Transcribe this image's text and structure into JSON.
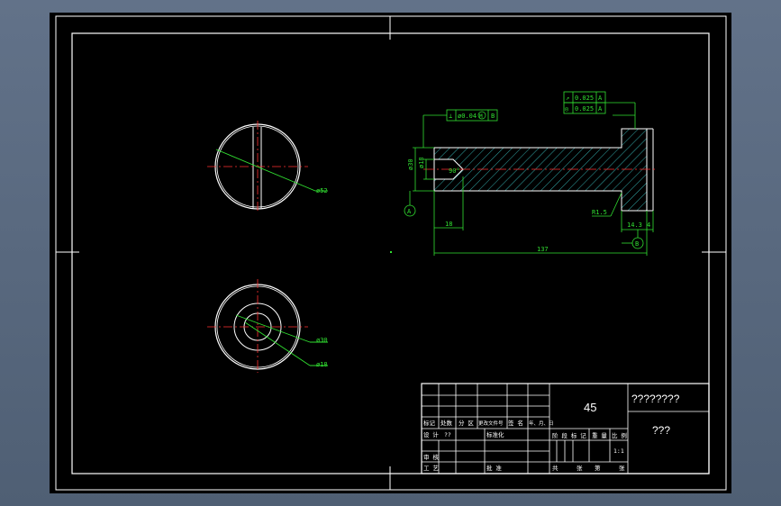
{
  "drawing": {
    "dims": {
      "d52": "ø52",
      "d30_top": "ø30",
      "d18_top": "ø18",
      "d30": "ø30",
      "d18": "ø18",
      "len18": "18",
      "len137": "137",
      "len14_3": "14.3",
      "len4": "4",
      "r1_5": "R1.5",
      "angle90": "90°"
    },
    "gdt": {
      "perp_symbol": "⊥",
      "perp_value": "ø0.04",
      "perp_modifier": "M",
      "perp_datum": "B",
      "runout_symbol": "↗",
      "runout_value": "0.025",
      "runout_datum": "A",
      "concentric_symbol": "◎",
      "concentric_value": "0.025",
      "concentric_datum": "A"
    },
    "datums": {
      "a": "A",
      "b": "B"
    }
  },
  "title_block": {
    "material": "45",
    "drawing_name": "????????",
    "drawing_no": "???",
    "row_mark": "标记",
    "row_count": "处数",
    "row_zone": "分 区",
    "row_docno": "更改文件号",
    "row_sign": "签 名",
    "row_date": "年、月、日",
    "design": "设 计",
    "designer": "??",
    "standardize": "标准化",
    "stage_mark": "阶 段 标 记",
    "weight": "重 量",
    "scale": "比 例",
    "scale_value": "1:1",
    "review": "审 核",
    "process": "工 艺",
    "approve": "批 准",
    "total": "共",
    "sheets": "张",
    "sheet_no": "第",
    "sheet_unit": "张"
  }
}
